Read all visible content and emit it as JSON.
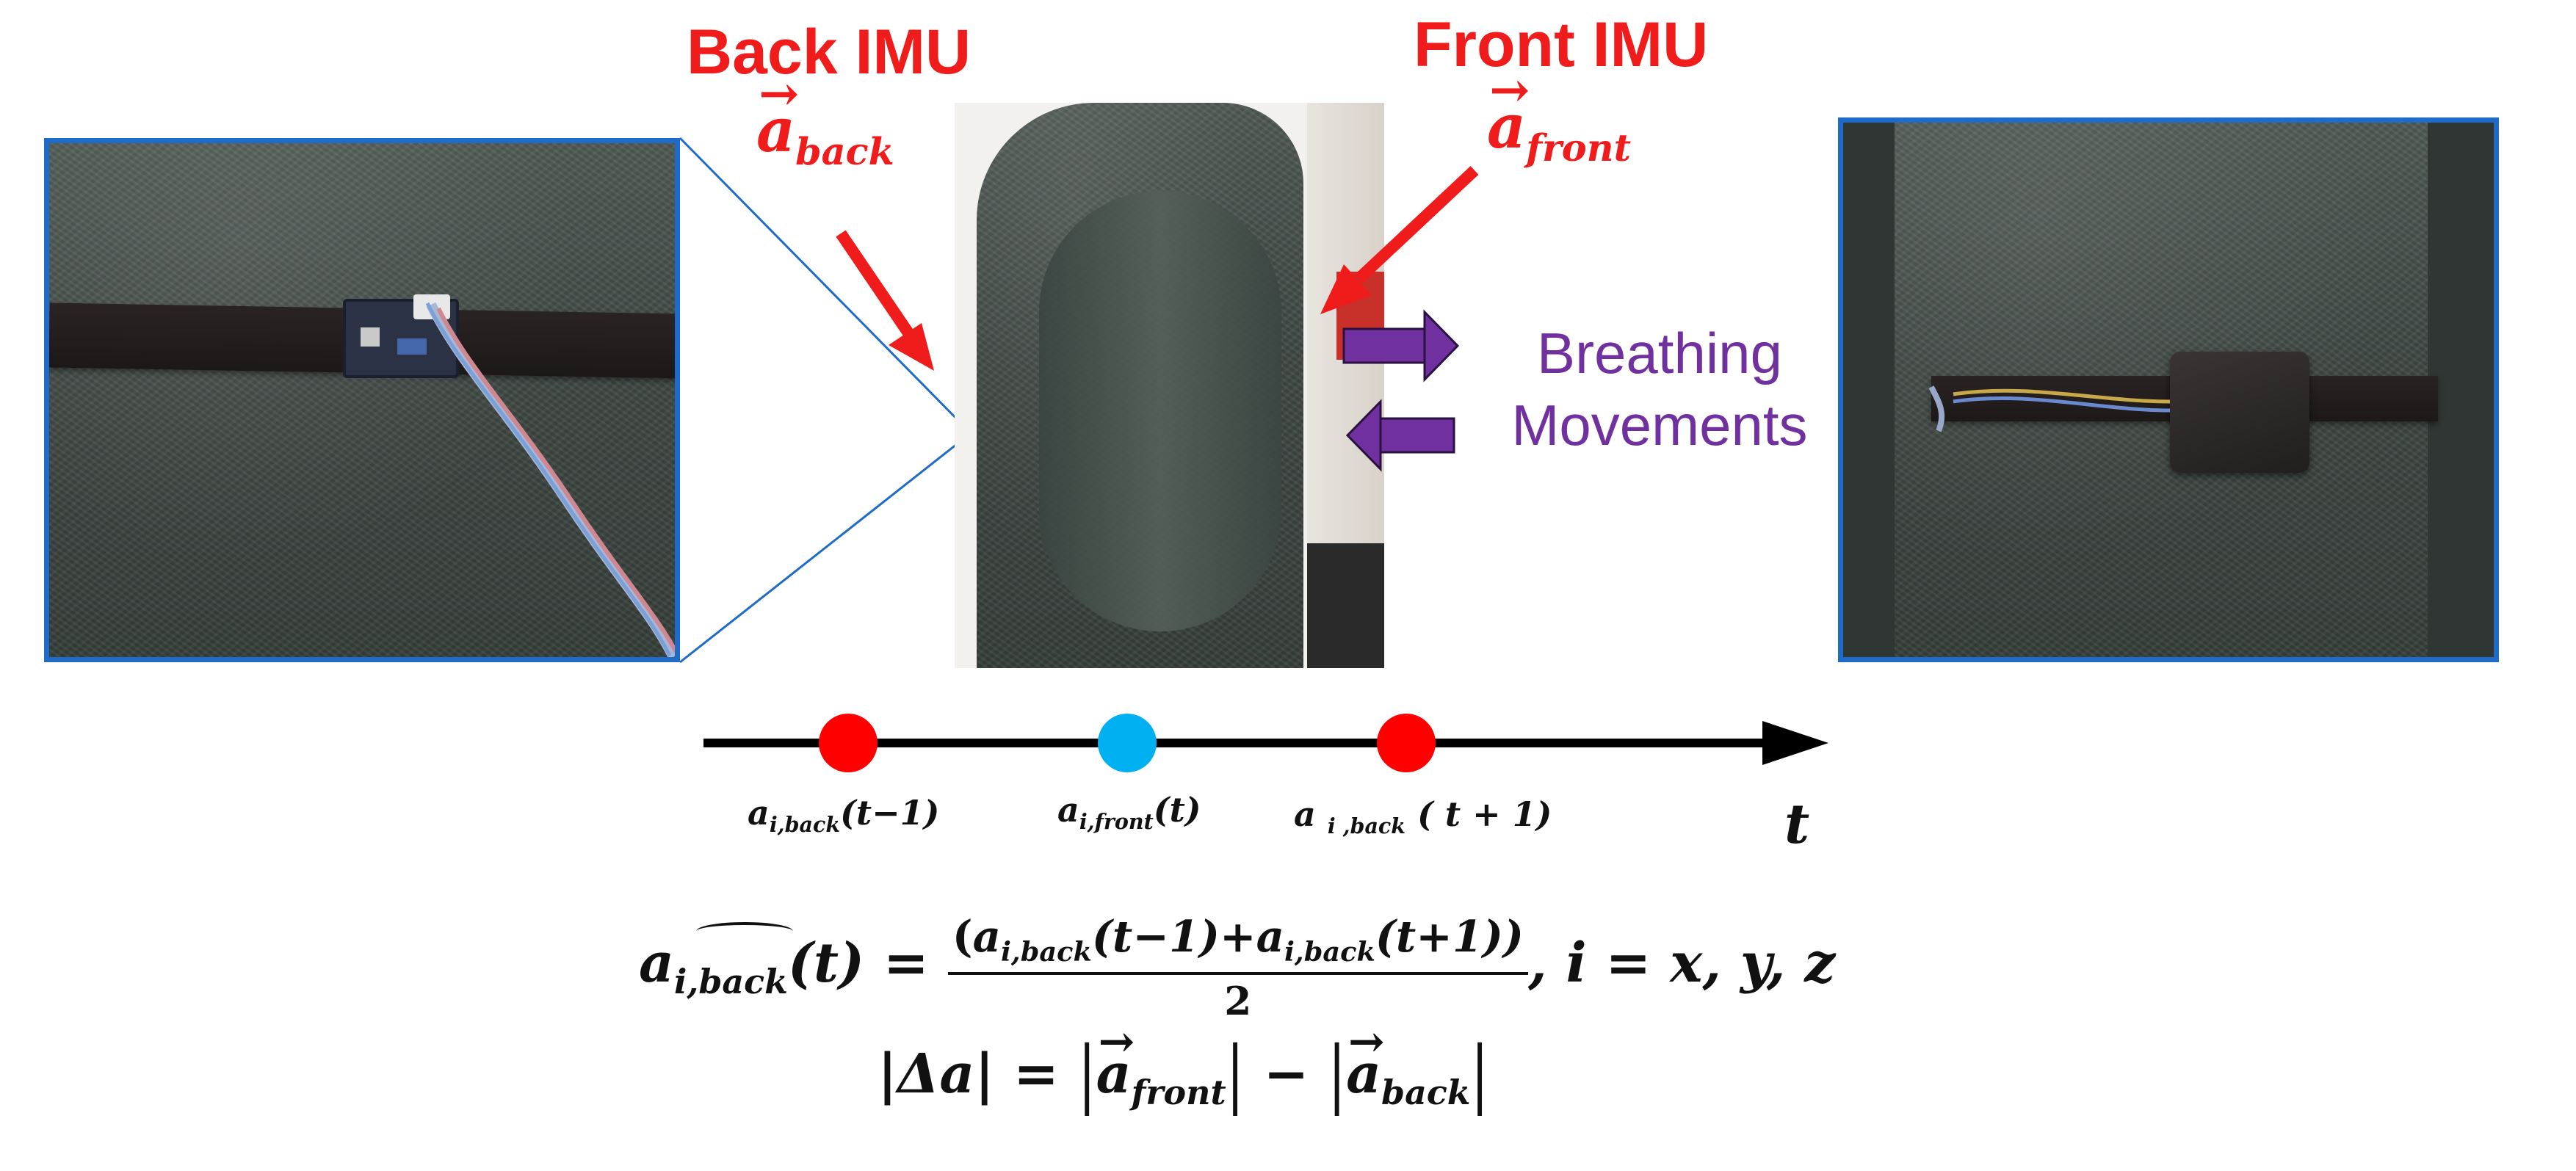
{
  "labels": {
    "back_imu_title": "Back IMU",
    "back_vector_base": "a",
    "back_vector_sub": "back",
    "front_imu_title": "Front IMU",
    "front_vector_base": "a",
    "front_vector_sub": "front",
    "breathing_line1": "Breathing",
    "breathing_line2": "Movements"
  },
  "timeline": {
    "axis_label": "t",
    "points": [
      {
        "base": "a",
        "sub": "i,back",
        "arg": "(t−1)",
        "color": "#ff0000"
      },
      {
        "base": "a",
        "sub": "i,front",
        "arg": "(t)",
        "color": "#00b0f0"
      },
      {
        "base": "a",
        "sub": "i ,back",
        "arg": "( t + 1)",
        "color": "#ff0000"
      }
    ]
  },
  "equations": {
    "eq1": {
      "lhs_base": "a",
      "lhs_sub": "i,back",
      "lhs_arg": "(t) =",
      "num_open": "(",
      "num_a1": "a",
      "num_sub1": "i,back",
      "num_arg1": "(t−1)+",
      "num_a2": "a",
      "num_sub2": "i,back",
      "num_arg2": "(t+1))",
      "denominator": "2",
      "tail": ", i = x, y, z"
    },
    "eq2": {
      "lhs": "|Δa| =",
      "front_base": "a",
      "front_sub": "front",
      "minus": "−",
      "back_base": "a",
      "back_sub": "back"
    }
  },
  "colors": {
    "label_red": "#f01b1b",
    "frame_blue": "#1f6cc8",
    "arrow_purple": "#7030a0",
    "dot_red": "#ff0000",
    "dot_blue": "#00b0f0"
  }
}
